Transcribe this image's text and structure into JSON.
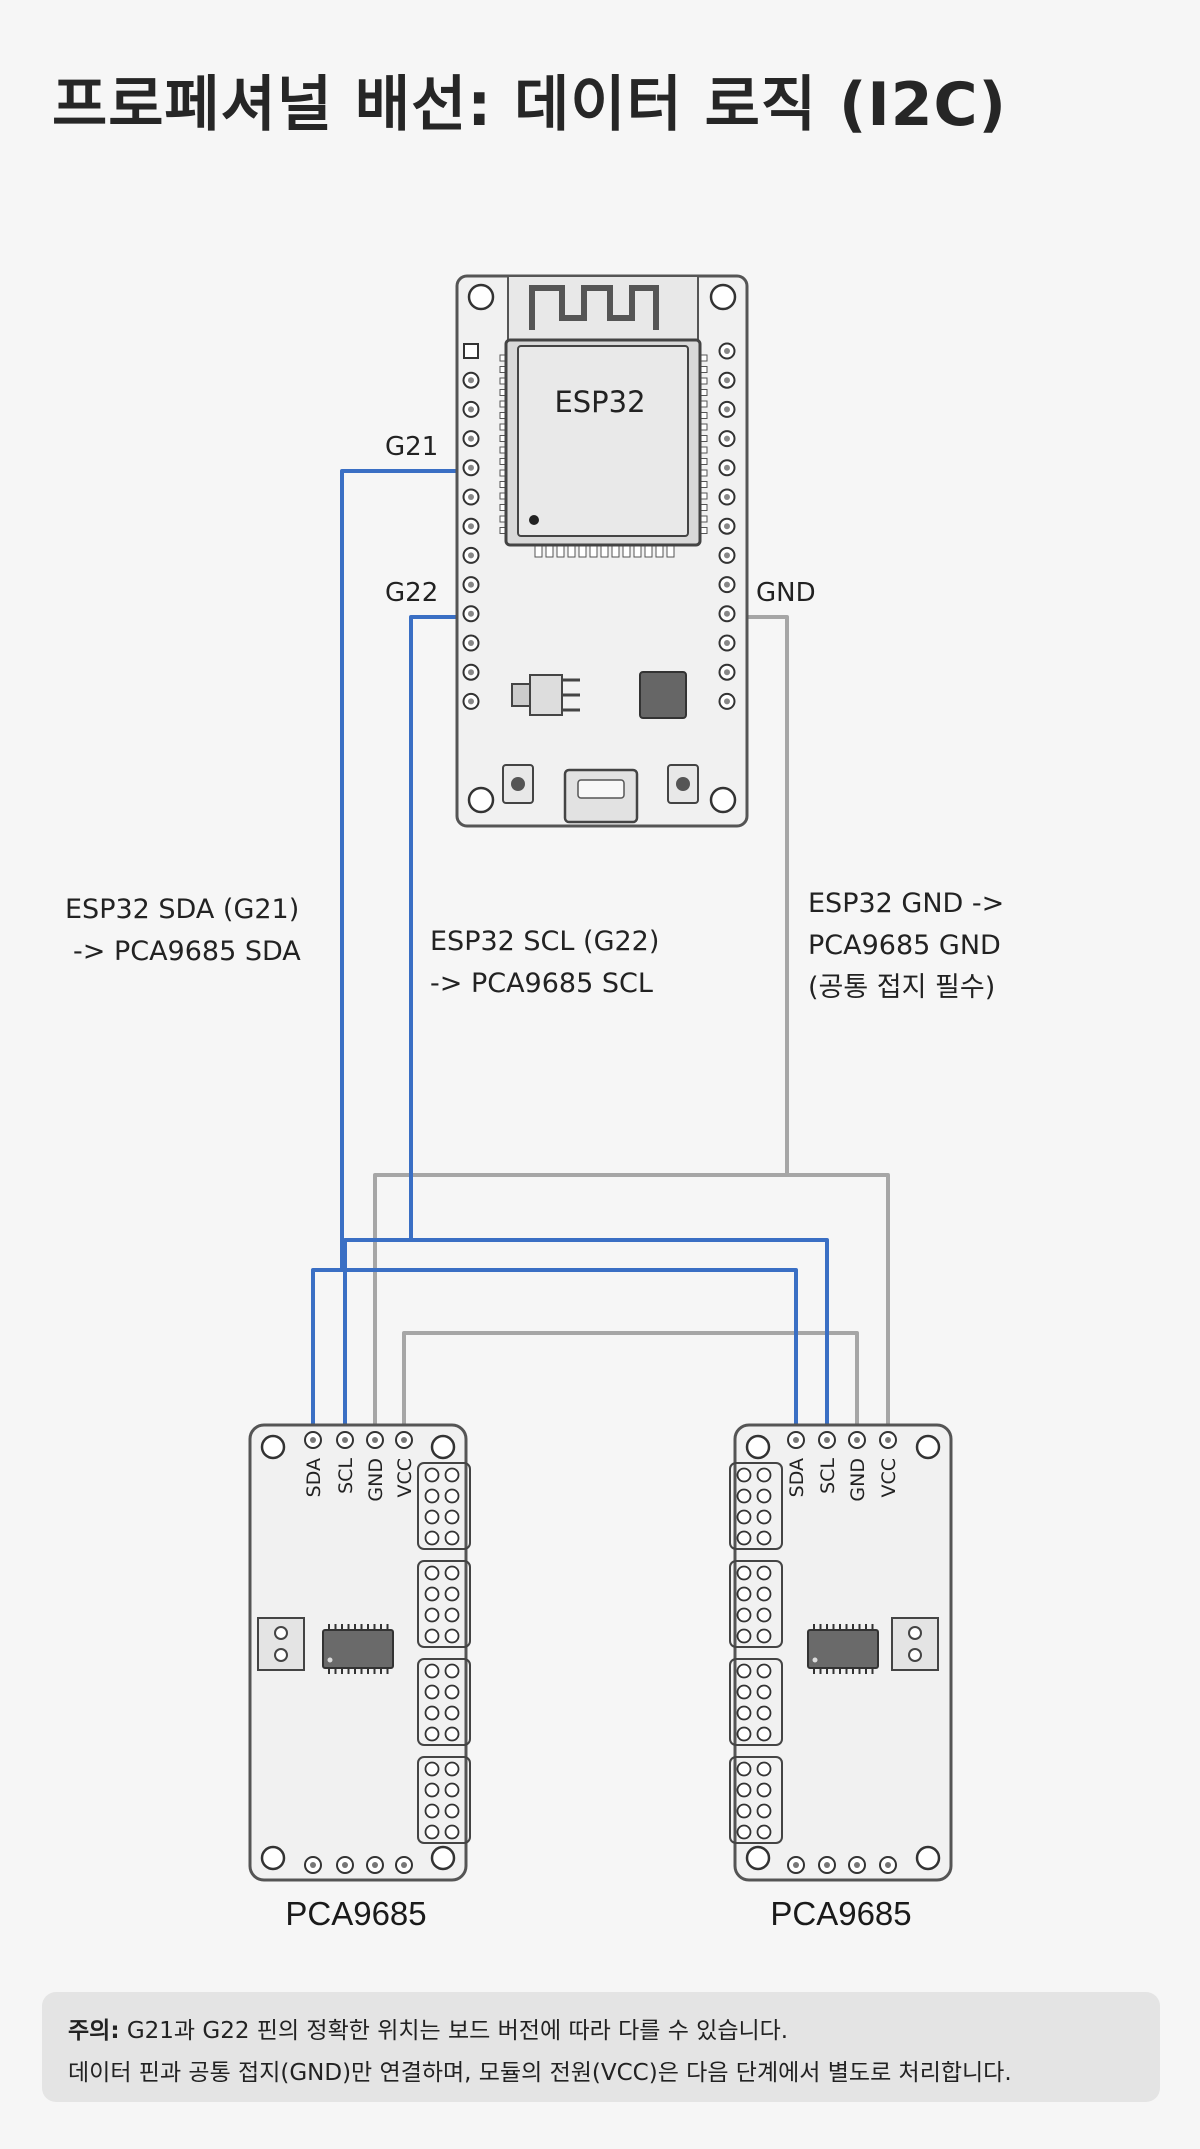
{
  "title": "프로페셔널 배선: 데이터 로직 (I2C)",
  "esp32": {
    "chip_label": "ESP32",
    "pin_g21": "G21",
    "pin_g22": "G22",
    "pin_gnd": "GND"
  },
  "wires": {
    "sda_line1": "ESP32 SDA (G21)",
    "sda_line2": "-> PCA9685 SDA",
    "scl_line1": "ESP32 SCL (G22)",
    "scl_line2": "-> PCA9685 SCL",
    "gnd_line1": "ESP32 GND ->",
    "gnd_line2": "PCA9685 GND",
    "gnd_line3": "(공통 접지 필수)"
  },
  "modules": [
    {
      "name": "PCA9685",
      "pins": [
        "SDA",
        "SCL",
        "GND",
        "VCC"
      ]
    },
    {
      "name": "PCA9685",
      "pins": [
        "SDA",
        "SCL",
        "GND",
        "VCC"
      ]
    }
  ],
  "colors": {
    "signal": "#3a6fc4",
    "ground": "#a6a6a6"
  },
  "note": {
    "label": "주의:",
    "line1": " G21과 G22 핀의 정확한 위치는 보드 버전에 따라 다를 수 있습니다.",
    "line2": "데이터 핀과 공통 접지(GND)만 연결하며, 모듈의 전원(VCC)은 다음 단계에서 별도로 처리합니다."
  }
}
